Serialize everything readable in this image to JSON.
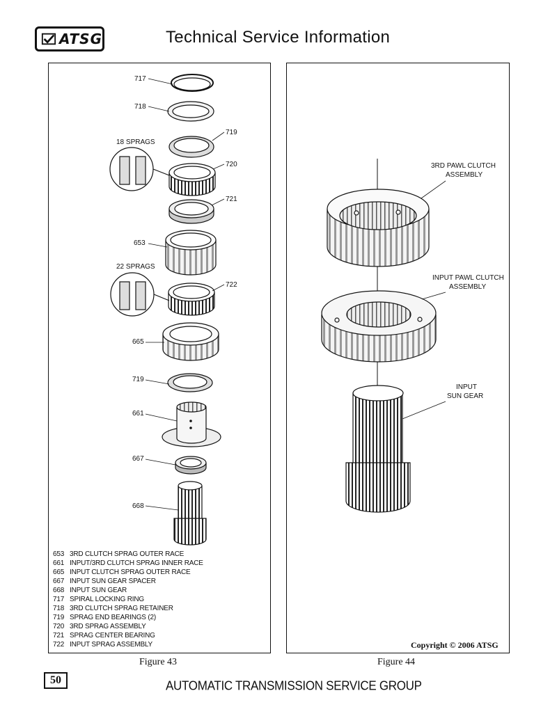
{
  "header": {
    "logo_text": "ATSG",
    "title": "Technical Service Information"
  },
  "figure43": {
    "caption": "Figure 43",
    "callouts": {
      "c717": "717",
      "c718": "718",
      "c719a": "719",
      "c720": "720",
      "c721": "721",
      "c653": "653",
      "c722": "722",
      "c665": "665",
      "c719b": "719",
      "c661": "661",
      "c667": "667",
      "c668": "668",
      "sprags18": "18 SPRAGS",
      "sprags22": "22 SPRAGS"
    },
    "legend": [
      {
        "num": "653",
        "text": "3RD CLUTCH SPRAG OUTER RACE"
      },
      {
        "num": "661",
        "text": "INPUT/3RD CLUTCH SPRAG INNER RACE"
      },
      {
        "num": "665",
        "text": "INPUT CLUTCH SPRAG OUTER RACE"
      },
      {
        "num": "667",
        "text": "INPUT SUN GEAR SPACER"
      },
      {
        "num": "668",
        "text": "INPUT SUN GEAR"
      },
      {
        "num": "717",
        "text": "SPIRAL LOCKING RING"
      },
      {
        "num": "718",
        "text": "3RD CLUTCH SPRAG RETAINER"
      },
      {
        "num": "719",
        "text": "SPRAG END BEARINGS (2)"
      },
      {
        "num": "720",
        "text": "3RD SPRAG ASSEMBLY"
      },
      {
        "num": "721",
        "text": "SPRAG CENTER BEARING"
      },
      {
        "num": "722",
        "text": "INPUT SPRAG ASSEMBLY"
      }
    ]
  },
  "figure44": {
    "caption": "Figure 44",
    "labels": {
      "pawl3_l1": "3RD PAWL CLUTCH",
      "pawl3_l2": "ASSEMBLY",
      "pawlin_l1": "INPUT PAWL CLUTCH",
      "pawlin_l2": "ASSEMBLY",
      "sun_l1": "INPUT",
      "sun_l2": "SUN GEAR"
    },
    "copyright": "Copyright © 2006 ATSG"
  },
  "footer": {
    "page_number": "50",
    "text": "AUTOMATIC TRANSMISSION SERVICE GROUP"
  }
}
